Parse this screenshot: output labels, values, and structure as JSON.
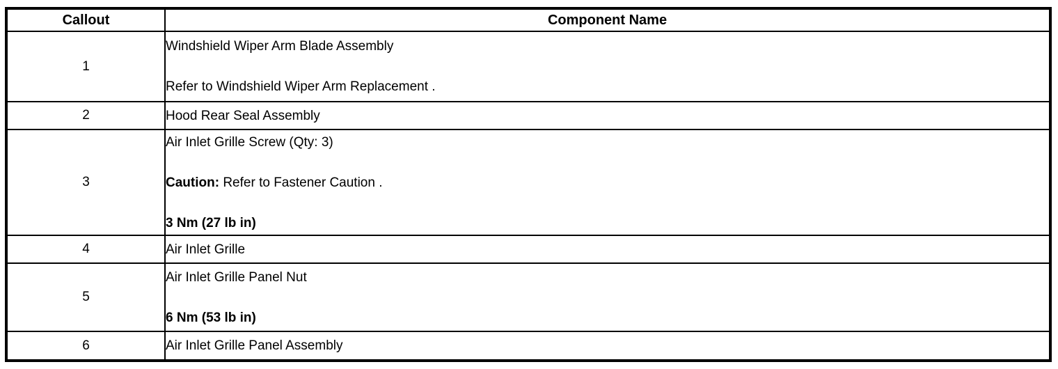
{
  "colors": {
    "border": "#000000",
    "text": "#000000",
    "background": "#ffffff"
  },
  "table": {
    "headers": [
      {
        "label": "Callout"
      },
      {
        "label": "Component Name"
      }
    ],
    "rows": [
      {
        "callout": "1",
        "lines": [
          [
            {
              "text": "Windshield Wiper Arm Blade Assembly",
              "bold": false
            }
          ],
          [],
          [
            {
              "text": "Refer to Windshield Wiper Arm Replacement .",
              "bold": false
            }
          ]
        ]
      },
      {
        "callout": "2",
        "lines": [
          [
            {
              "text": "Hood Rear Seal Assembly",
              "bold": false
            }
          ]
        ]
      },
      {
        "callout": "3",
        "lines": [
          [
            {
              "text": "Air Inlet Grille Screw (Qty: 3)",
              "bold": false
            }
          ],
          [],
          [
            {
              "text": "Caution:",
              "bold": true
            },
            {
              "text": " Refer to Fastener Caution .",
              "bold": false
            }
          ],
          [],
          [
            {
              "text": "3 Nm (27 lb in)",
              "bold": true
            }
          ]
        ]
      },
      {
        "callout": "4",
        "lines": [
          [
            {
              "text": "Air Inlet Grille",
              "bold": false
            }
          ]
        ]
      },
      {
        "callout": "5",
        "lines": [
          [
            {
              "text": "Air Inlet Grille Panel Nut",
              "bold": false
            }
          ],
          [],
          [
            {
              "text": "6 Nm (53 lb in)",
              "bold": true
            }
          ]
        ]
      },
      {
        "callout": "6",
        "lines": [
          [
            {
              "text": "Air Inlet Grille Panel Assembly",
              "bold": false
            }
          ]
        ]
      }
    ]
  }
}
